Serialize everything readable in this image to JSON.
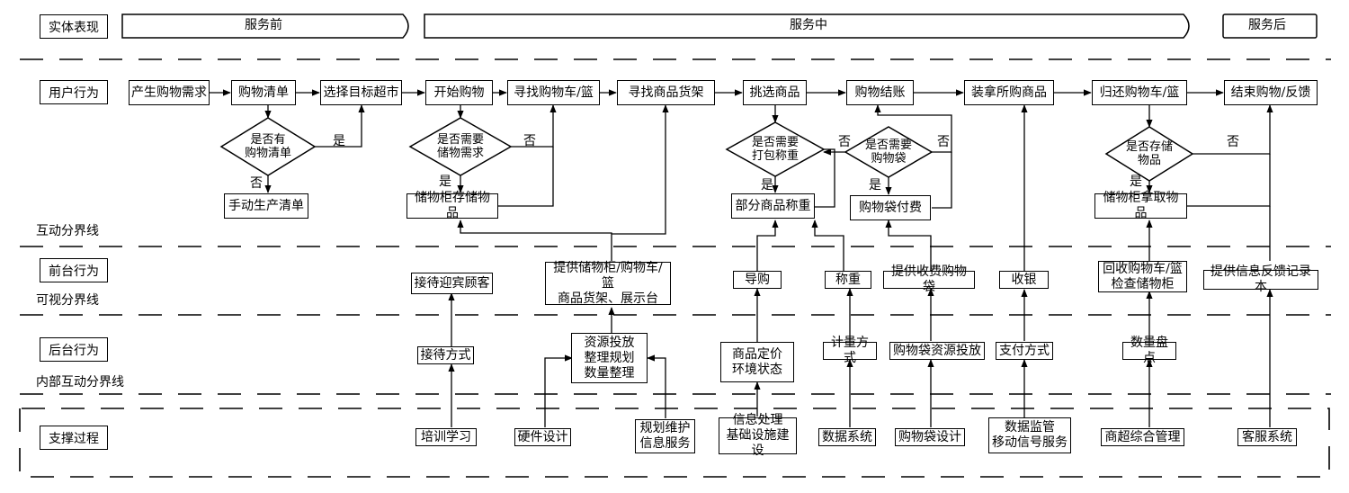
{
  "lanes": {
    "entity": "实体表现",
    "user": "用户行为",
    "front": "前台行为",
    "back": "后台行为",
    "support": "支撑过程"
  },
  "lines": {
    "interaction": "互动分界线",
    "visibility": "可视分界线",
    "internal": "内部互动分界线"
  },
  "phases": [
    "服务前",
    "服务中",
    "服务后"
  ],
  "user_steps": {
    "need": "产生购物需求",
    "list": "购物清单",
    "choose": "选择目标超市",
    "start": "开始购物",
    "cart": "寻找购物车/篮",
    "shelf": "寻找商品货架",
    "pick": "挑选商品",
    "checkout": "购物结账",
    "pack": "装拿所购商品",
    "return": "归还购物车/篮",
    "end": "结束购物/反馈",
    "manual_list": "手动生产清单",
    "locker_store": "储物柜存储物品",
    "weigh_part": "部分商品称重",
    "bag_pay": "购物袋付费",
    "locker_take": "储物柜拿取物品"
  },
  "decisions": {
    "has_list": "是否有\n购物清单",
    "need_storage": "是否需要\n储物需求",
    "need_weigh": "是否需要\n打包称重",
    "need_bag": "是否需要\n购物袋",
    "has_stored": "是否存储\n物品"
  },
  "answers": {
    "yes": "是",
    "no": "否"
  },
  "front_steps": {
    "greet": "接待迎宾顾客",
    "provide": "提供储物柜/购物车/篮\n商品货架、展示台",
    "guide": "导购",
    "weigh": "称重",
    "bag": "提供收费购物袋",
    "cashier": "收银",
    "recycle": "回收购物车/篮\n检查储物柜",
    "feedback": "提供信息反馈记录本"
  },
  "back_steps": {
    "method": "接待方式",
    "resource": "资源投放\n整理规划\n数量整理",
    "pricing": "商品定价\n环境状态",
    "measure": "计量方式",
    "bag_res": "购物袋资源投放",
    "payment": "支付方式",
    "count": "数量盘点"
  },
  "support_steps": {
    "train": "培训学习",
    "hardware": "硬件设计",
    "plan": "规划维护\n信息服务",
    "info": "信息处理\n基础设施建设",
    "data": "数据系统",
    "bag_design": "购物袋设计",
    "monitor": "数据监管\n移动信号服务",
    "mgmt": "商超综合管理",
    "cs": "客服系统"
  },
  "colors": {
    "ink": "#000000",
    "background": "#ffffff"
  }
}
